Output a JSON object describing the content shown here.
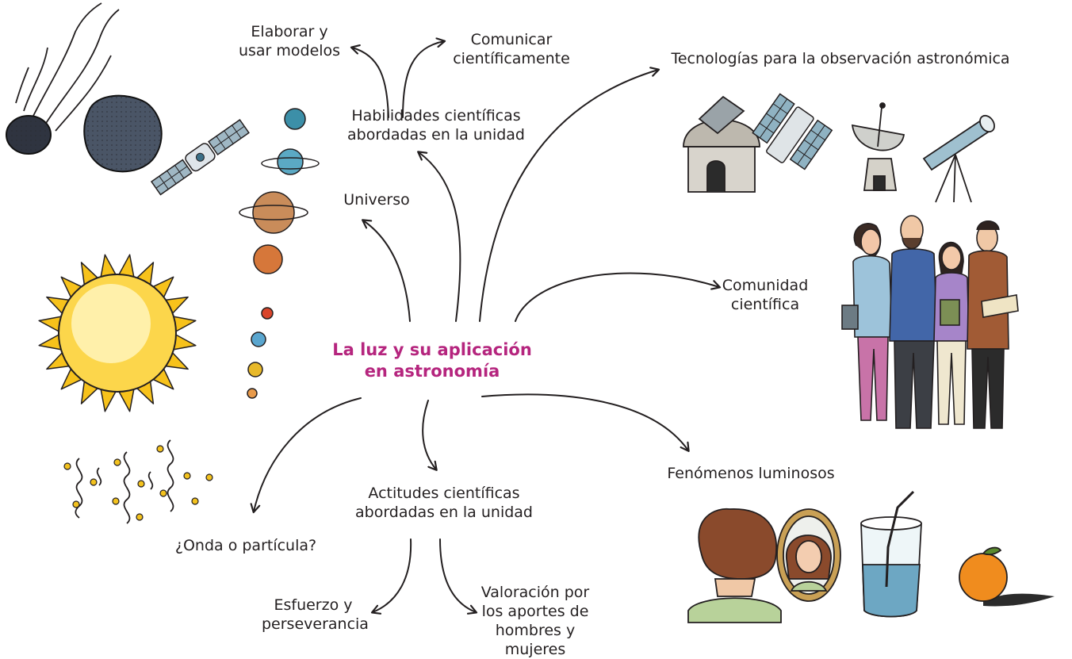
{
  "center": {
    "text": "La luz y su aplicación\nen astronomía",
    "color": "#b5257e"
  },
  "nodes": {
    "elaborar": "Elaborar y\nusar modelos",
    "comunicar": "Comunicar\ncientíficamente",
    "habilidades": "Habilidades científicas\nabordadas en la unidad",
    "universo": "Universo",
    "tecnologias": "Tecnologías para la observación astronómica",
    "comunidad": "Comunidad\ncientífica",
    "fenomenos": "Fenómenos luminosos",
    "actitudes": "Actitudes científicas\nabordadas en la unidad",
    "onda": "¿Onda o partícula?",
    "esfuerzo": "Esfuerzo y\nperseverancia",
    "valoracion": "Valoración por\nlos aportes de\nhombres y mujeres"
  },
  "colors": {
    "arrow": "#231f20",
    "sun": "#f7c21b",
    "ink": "#231f20"
  },
  "illustrations": [
    "meteor-illustration",
    "asteroid-illustration",
    "satellite-illustration",
    "planets-illustration",
    "sun-illustration",
    "photons-illustration",
    "observatory-illustration",
    "space-telescope-illustration",
    "radio-antenna-illustration",
    "telescope-illustration",
    "scientists-group-illustration",
    "hair-back-illustration",
    "mirror-portrait-illustration",
    "water-glass-straw-illustration",
    "orange-shadow-illustration"
  ]
}
